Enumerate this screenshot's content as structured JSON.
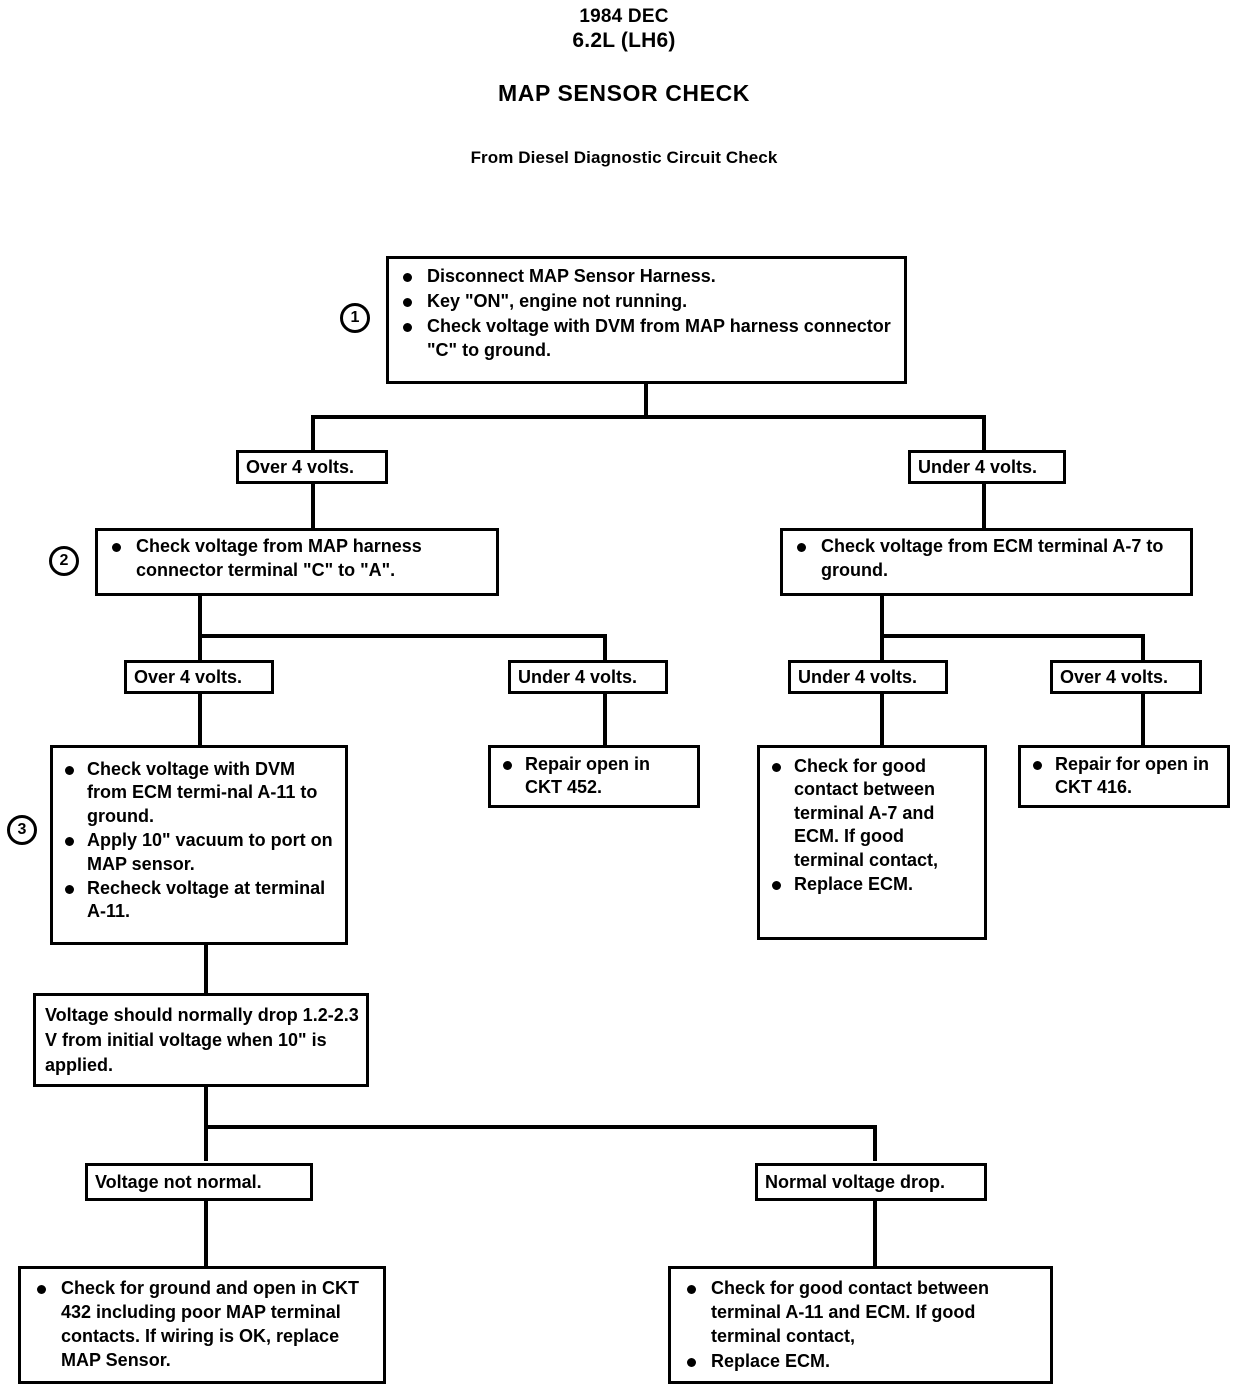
{
  "header": {
    "date": "1984 DEC",
    "engine": "6.2L (LH6)",
    "title": "MAP SENSOR CHECK",
    "from": "From Diesel Diagnostic Circuit Check"
  },
  "steps": {
    "one": "1",
    "two": "2",
    "three": "3"
  },
  "nodes": {
    "step1": {
      "bullets": [
        "Disconnect MAP Sensor Harness.",
        "Key \"ON\", engine not running.",
        "Check voltage with DVM from MAP harness connector \"C\" to ground."
      ]
    },
    "branch_l1_left": "Over 4 volts.",
    "branch_l1_right": "Under 4 volts.",
    "step2_left": {
      "bullets": [
        "Check voltage from MAP harness connector terminal \"C\" to \"A\"."
      ]
    },
    "step2_right": {
      "bullets": [
        "Check voltage from ECM terminal A-7 to ground."
      ]
    },
    "branch_l2_a": "Over 4 volts.",
    "branch_l2_b": "Under 4 volts.",
    "branch_l2_c": "Under 4 volts.",
    "branch_l2_d": "Over 4 volts.",
    "step3": {
      "bullets": [
        "Check voltage with DVM from ECM termi-nal A-11 to ground.",
        "Apply 10\" vacuum to port on MAP sensor.",
        "Recheck voltage at terminal A-11."
      ]
    },
    "repair_452": {
      "bullets": [
        "Repair open in CKT 452."
      ]
    },
    "contact_a7": {
      "bullets": [
        "Check for good contact between terminal A-7 and ECM. If good terminal contact,",
        "Replace ECM."
      ]
    },
    "repair_416": {
      "bullets": [
        "Repair for open in CKT 416."
      ]
    },
    "voltage_drop_note": "Voltage should normally drop 1.2-2.3 V from initial voltage when 10\" is applied.",
    "branch_l3_left": "Voltage not normal.",
    "branch_l3_right": "Normal voltage drop.",
    "result_left": {
      "bullets": [
        "Check for ground and open in CKT 432 including poor MAP terminal contacts. If wiring is OK, replace MAP Sensor."
      ]
    },
    "result_right": {
      "bullets": [
        "Check for good contact between terminal A-11 and ECM. If good terminal contact,",
        "Replace ECM."
      ]
    }
  },
  "colors": {
    "ink": "#000000",
    "paper": "#ffffff"
  }
}
